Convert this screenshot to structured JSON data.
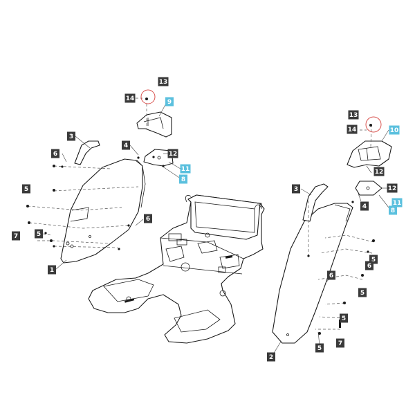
{
  "colors": {
    "callout_dark": "#3a3a3a",
    "callout_highlight": "#5bc0de",
    "callout_text": "#ffffff",
    "circle_highlight": "#d9534f",
    "line": "#1a1a1a"
  },
  "callouts": [
    {
      "id": "c1",
      "label": "1",
      "style": "dark"
    },
    {
      "id": "c2",
      "label": "2",
      "style": "dark"
    },
    {
      "id": "c3a",
      "label": "3",
      "style": "dark"
    },
    {
      "id": "c3b",
      "label": "3",
      "style": "dark"
    },
    {
      "id": "c4a",
      "label": "4",
      "style": "dark"
    },
    {
      "id": "c4b",
      "label": "4",
      "style": "dark"
    },
    {
      "id": "c5a",
      "label": "5",
      "style": "dark"
    },
    {
      "id": "c5b",
      "label": "5",
      "style": "dark"
    },
    {
      "id": "c5c",
      "label": "5",
      "style": "dark"
    },
    {
      "id": "c5d",
      "label": "5",
      "style": "dark"
    },
    {
      "id": "c5e",
      "label": "5",
      "style": "dark"
    },
    {
      "id": "c5f",
      "label": "5",
      "style": "dark"
    },
    {
      "id": "c6a",
      "label": "6",
      "style": "dark"
    },
    {
      "id": "c6b",
      "label": "6",
      "style": "dark"
    },
    {
      "id": "c6c",
      "label": "6",
      "style": "dark"
    },
    {
      "id": "c6d",
      "label": "6",
      "style": "dark"
    },
    {
      "id": "c7a",
      "label": "7",
      "style": "dark"
    },
    {
      "id": "c7b",
      "label": "7",
      "style": "dark"
    },
    {
      "id": "c8a",
      "label": "8",
      "style": "highlight"
    },
    {
      "id": "c8b",
      "label": "8",
      "style": "highlight"
    },
    {
      "id": "c9",
      "label": "9",
      "style": "highlight"
    },
    {
      "id": "c10",
      "label": "10",
      "style": "highlight"
    },
    {
      "id": "c11a",
      "label": "11",
      "style": "highlight"
    },
    {
      "id": "c11b",
      "label": "11",
      "style": "highlight"
    },
    {
      "id": "c12a",
      "label": "12",
      "style": "dark"
    },
    {
      "id": "c12b",
      "label": "12",
      "style": "dark"
    },
    {
      "id": "c12c",
      "label": "12",
      "style": "dark"
    },
    {
      "id": "c13a",
      "label": "13",
      "style": "dark"
    },
    {
      "id": "c13b",
      "label": "13",
      "style": "dark"
    },
    {
      "id": "c14a",
      "label": "14",
      "style": "dark"
    },
    {
      "id": "c14b",
      "label": "14",
      "style": "dark"
    }
  ]
}
